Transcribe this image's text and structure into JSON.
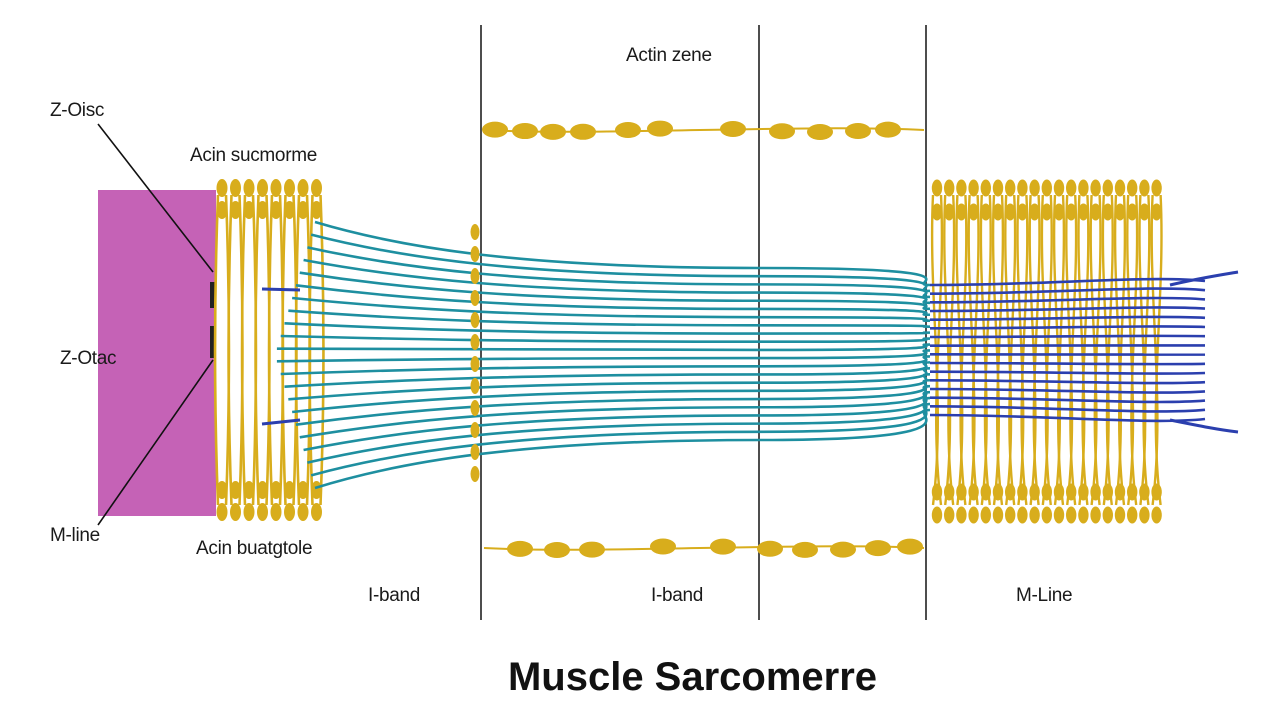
{
  "title": "Muscle Sarcomerre",
  "labels": {
    "z_disc_top": "Z-Oisc",
    "z_disc_mid": "Z-Otac",
    "m_line_left": "M-line",
    "actin_top": "Acin sucmorme",
    "actin_bottom": "Acin buatgtole",
    "actin_zone": "Actin zene",
    "i_band_1": "I-band",
    "i_band_2": "I-band",
    "m_line_right": "M-Line"
  },
  "colors": {
    "z_disc_block": "#c562b6",
    "actin": "#d8ad1c",
    "myosin_teal": "#1e8fa0",
    "myosin_blue": "#2b3fae",
    "band_line": "#222222"
  }
}
